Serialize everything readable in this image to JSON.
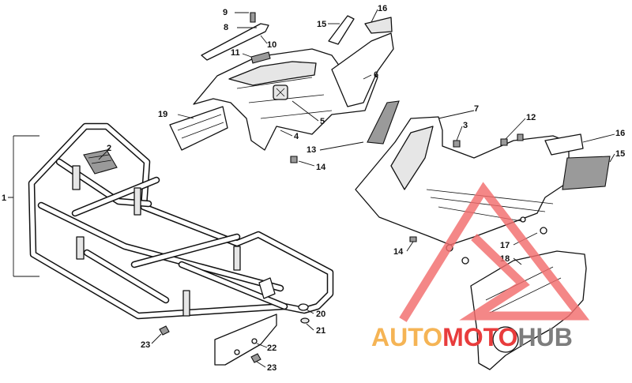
{
  "callouts": [
    {
      "id": "1",
      "label": "1"
    },
    {
      "id": "2",
      "label": "2"
    },
    {
      "id": "3",
      "label": "3"
    },
    {
      "id": "4",
      "label": "4"
    },
    {
      "id": "5",
      "label": "5"
    },
    {
      "id": "6",
      "label": "6"
    },
    {
      "id": "7",
      "label": "7"
    },
    {
      "id": "8",
      "label": "8"
    },
    {
      "id": "9",
      "label": "9"
    },
    {
      "id": "10",
      "label": "10"
    },
    {
      "id": "11",
      "label": "11"
    },
    {
      "id": "12",
      "label": "12"
    },
    {
      "id": "13",
      "label": "13"
    },
    {
      "id": "14a",
      "label": "14"
    },
    {
      "id": "14b",
      "label": "14"
    },
    {
      "id": "15a",
      "label": "15"
    },
    {
      "id": "15b",
      "label": "15"
    },
    {
      "id": "16a",
      "label": "16"
    },
    {
      "id": "16b",
      "label": "16"
    },
    {
      "id": "17",
      "label": "17"
    },
    {
      "id": "18",
      "label": "18"
    },
    {
      "id": "19",
      "label": "19"
    },
    {
      "id": "20",
      "label": "20"
    },
    {
      "id": "21",
      "label": "21"
    },
    {
      "id": "22",
      "label": "22"
    },
    {
      "id": "23a",
      "label": "23"
    },
    {
      "id": "23b",
      "label": "23"
    }
  ],
  "watermark": {
    "part1": "AUTO",
    "part2": "MOTO",
    "part3": "HUB",
    "colors": {
      "auto": "#f5b455",
      "moto": "#e83c3c",
      "hub": "#7d7d7d",
      "logo": "#f26d6d"
    }
  }
}
